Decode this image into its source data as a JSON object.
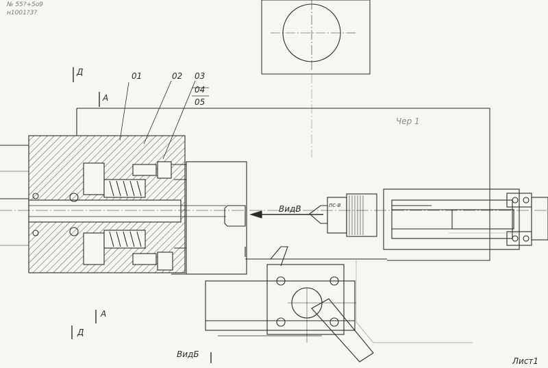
{
  "stamp": {
    "line1": "№ 55?+5о9",
    "line2": "н1001?3?"
  },
  "section_marks": {
    "top_d": "Д",
    "top_a": "А",
    "bottom_a": "А",
    "bottom_d": "Д"
  },
  "callouts": [
    "01",
    "02",
    "03",
    "04",
    "05"
  ],
  "view_labels": {
    "view_v": "ВидВ",
    "view_b": "ВидБ"
  },
  "part_label": "Чер 1",
  "chuck_label": "ПС-В",
  "sheet_label": "Лист1",
  "colors": {
    "line": "#2b2b2b",
    "hatch": "#3a3a3a",
    "paper": "#f6f6f3",
    "faint": "#8c8c8c"
  }
}
